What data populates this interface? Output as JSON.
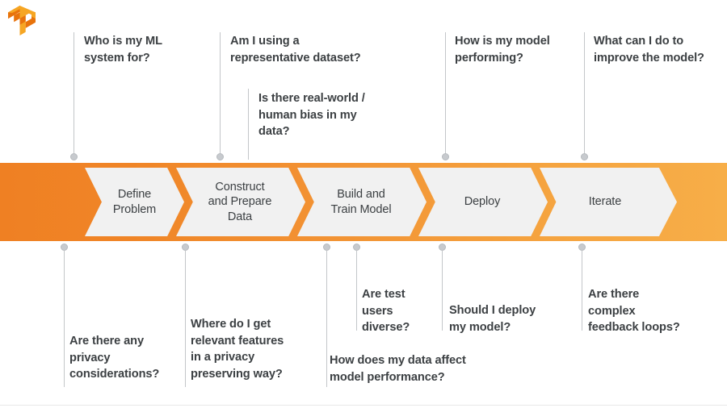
{
  "logo": {
    "name": "tensorflow-logo",
    "color_light": "#f6a623",
    "color_dark": "#e8730c"
  },
  "theme": {
    "band_start": "#ef8023",
    "band_end": "#f7ae48",
    "chevron_fill": "#f1f1f1",
    "text": "#3c4043",
    "connector": "#c3c6c9"
  },
  "pipeline": {
    "name": "ml-workflow-pipeline",
    "steps": [
      {
        "id": "define-problem",
        "label": "Define\nProblem"
      },
      {
        "id": "construct-prepare",
        "label": "Construct\nand Prepare\nData"
      },
      {
        "id": "build-train",
        "label": "Build and\nTrain Model"
      },
      {
        "id": "deploy",
        "label": "Deploy"
      },
      {
        "id": "iterate",
        "label": "Iterate"
      }
    ]
  },
  "questions_top": [
    {
      "id": "q-who-is-ml-system-for",
      "text": "Who is my ML\nsystem for?"
    },
    {
      "id": "q-representative-dataset",
      "text": "Am I using a\nrepresentative dataset?"
    },
    {
      "id": "q-real-world-human-bias",
      "text": "Is there real-world /\nhuman bias in my\ndata?"
    },
    {
      "id": "q-model-performing",
      "text": "How is my model\nperforming?"
    },
    {
      "id": "q-improve-the-model",
      "text": "What can I do to\nimprove the model?"
    }
  ],
  "questions_bottom": [
    {
      "id": "q-privacy-considerations",
      "text": "Are there any\nprivacy\nconsiderations?"
    },
    {
      "id": "q-relevant-features",
      "text": "Where do I get\nrelevant features\nin a privacy\npreserving way?"
    },
    {
      "id": "q-test-users-diverse",
      "text": "Are test\nusers\ndiverse?"
    },
    {
      "id": "q-data-affect-performance",
      "text": "How does my data affect\nmodel performance?"
    },
    {
      "id": "q-should-i-deploy",
      "text": "Should I deploy\nmy model?"
    },
    {
      "id": "q-complex-feedback-loops",
      "text": "Are there\ncomplex\nfeedback loops?"
    }
  ]
}
